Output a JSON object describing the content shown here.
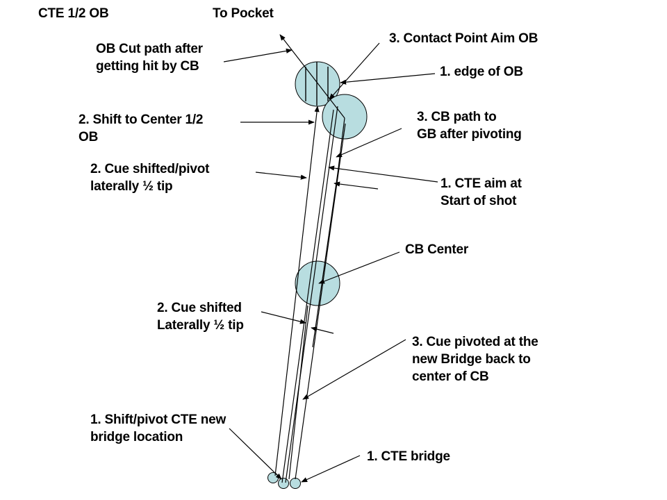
{
  "diagram": {
    "title": "CTE 1/2 OB aiming diagram",
    "colors": {
      "ball_fill": "#b8dde0",
      "line": "#000000",
      "background": "#ffffff"
    },
    "labels": {
      "cte_half_ob": "CTE 1/2 OB",
      "to_pocket": "To Pocket",
      "ob_cut_path": "OB Cut path after\ngetting hit by CB",
      "contact_point_aim": "3. Contact Point Aim OB",
      "edge_of_ob": "1. edge of OB",
      "shift_to_center": "2. Shift to Center 1/2\nOB",
      "cb_path_to_gb": "3. CB path to\nGB after pivoting",
      "cue_shifted_pivot": "2. Cue shifted/pivot\nlaterally ½ tip",
      "cte_aim_start": "1. CTE aim at\nStart of shot",
      "cb_center": "CB Center",
      "cue_shifted_lateral": "2. Cue shifted\nLaterally ½ tip",
      "cue_pivoted_bridge": "3. Cue pivoted at the\nnew Bridge back to\ncenter of CB",
      "shift_pivot_bridge": "1. Shift/pivot CTE new\nbridge location",
      "cte_bridge": "1. CTE bridge"
    },
    "balls": [
      {
        "name": "object-ball",
        "hatched": true
      },
      {
        "name": "ghost-ball",
        "hatched": false
      },
      {
        "name": "cue-ball",
        "hatched": false
      },
      {
        "name": "bridge-marker-new",
        "hatched": false
      },
      {
        "name": "bridge-marker-pivot",
        "hatched": false
      },
      {
        "name": "bridge-marker-cte",
        "hatched": false
      }
    ]
  }
}
